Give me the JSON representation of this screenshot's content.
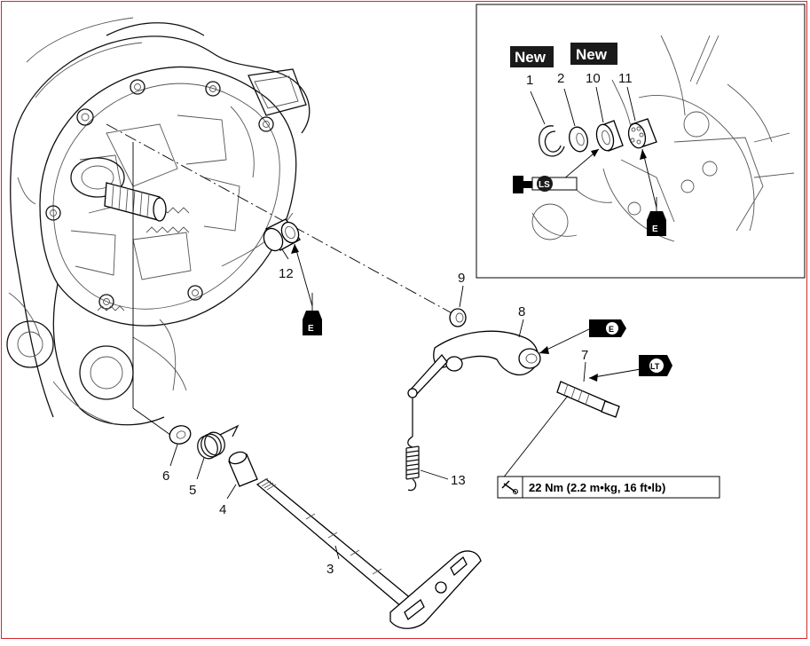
{
  "diagram": {
    "parts": [
      {
        "id": "p1",
        "number": "1"
      },
      {
        "id": "p2",
        "number": "2"
      },
      {
        "id": "p3",
        "number": "3"
      },
      {
        "id": "p4",
        "number": "4"
      },
      {
        "id": "p5",
        "number": "5"
      },
      {
        "id": "p6",
        "number": "6"
      },
      {
        "id": "p7",
        "number": "7"
      },
      {
        "id": "p8",
        "number": "8"
      },
      {
        "id": "p9",
        "number": "9"
      },
      {
        "id": "p10",
        "number": "10"
      },
      {
        "id": "p11",
        "number": "11"
      },
      {
        "id": "p12",
        "number": "12"
      },
      {
        "id": "p13",
        "number": "13"
      }
    ],
    "badges": {
      "new_1": "New",
      "new_2": "New"
    },
    "lubricant_symbols": {
      "engine_oil": "E",
      "lithium_grease": "LS",
      "locking_agent": "LT"
    },
    "torque_spec": "22 Nm (2.2 m•kg, 16 ft•lb)"
  }
}
